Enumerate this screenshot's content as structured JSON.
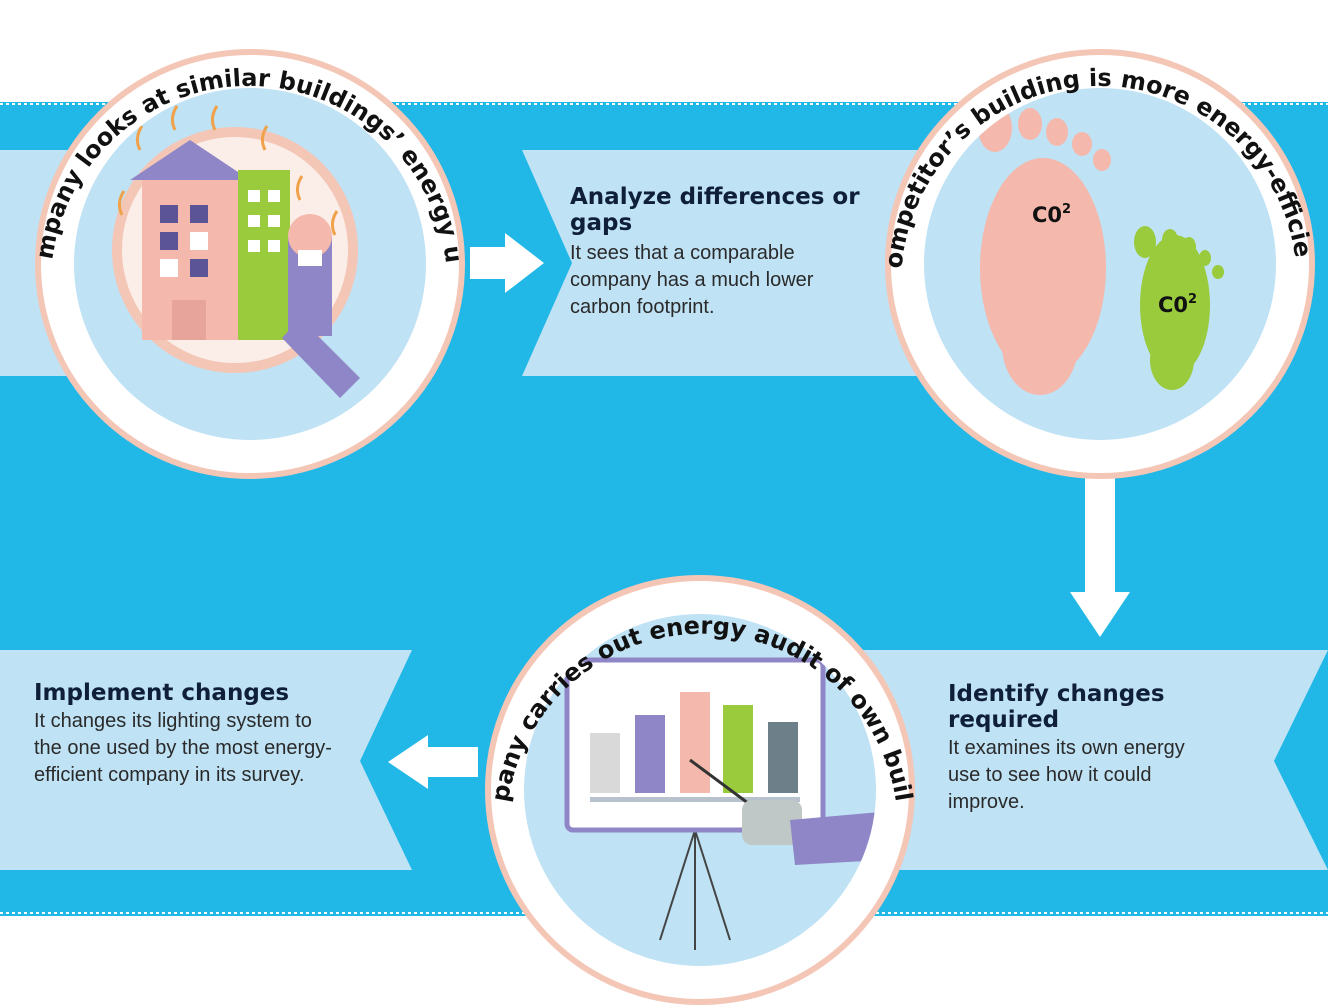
{
  "steps": {
    "look": {
      "circle_text": "Company looks at similar buildings’ energy use"
    },
    "analyze": {
      "title": "Analyze differences or gaps",
      "body": "It sees that a comparable company has a much lower carbon footprint."
    },
    "competitor": {
      "circle_text": "Competitor’s building is more energy-efficient",
      "label_large": "C0",
      "label_small": "C0",
      "superscript": "2"
    },
    "identify": {
      "title": "Identify changes required",
      "body": "It examines its own energy use to see how it could improve."
    },
    "audit": {
      "circle_text": "Company carries out energy audit of own building"
    },
    "implement": {
      "title": "Implement changes",
      "body": "It changes its lighting system to the one used by the most energy-efficient company in its survey."
    }
  },
  "colors": {
    "band": "#21b7e6",
    "banner": "#bfe2f5",
    "circle_fill": "#bfe2f5",
    "circle_ring": "#f4c6b6",
    "arrow": "#ffffff",
    "pink": "#f4b9ac",
    "green": "#9acb3c",
    "purple": "#8e86c6"
  }
}
